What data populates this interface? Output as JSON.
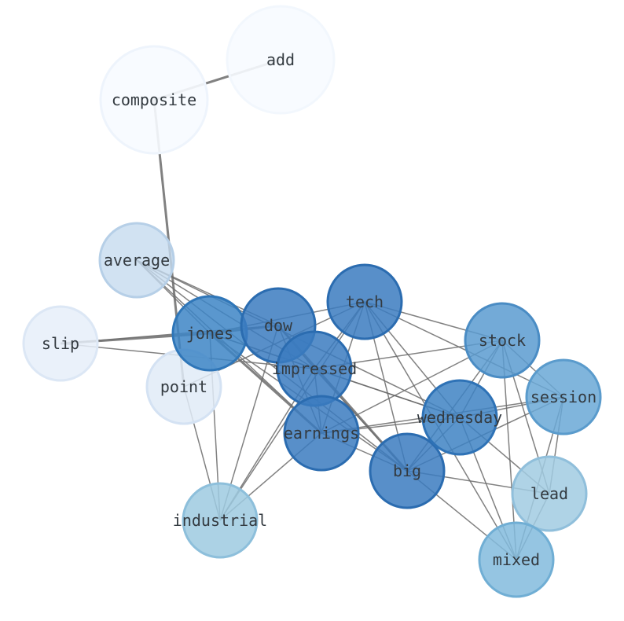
{
  "graph": {
    "nodes": [
      {
        "id": "add",
        "label": "add",
        "fill": "#f7fbff",
        "stroke": "#f2f7fd",
        "opacity": 0.9
      },
      {
        "id": "composite",
        "label": "composite",
        "fill": "#f7fbff",
        "stroke": "#eef4fc",
        "opacity": 0.9
      },
      {
        "id": "average",
        "label": "average",
        "fill": "#c6dbef",
        "stroke": "#b6cfe7",
        "opacity": 0.8
      },
      {
        "id": "slip",
        "label": "slip",
        "fill": "#e6eef9",
        "stroke": "#dce7f5",
        "opacity": 0.85
      },
      {
        "id": "point",
        "label": "point",
        "fill": "#e1ebf7",
        "stroke": "#d4e2f3",
        "opacity": 0.85
      },
      {
        "id": "jones",
        "label": "jones",
        "fill": "#3d85c6",
        "stroke": "#2f76b8",
        "opacity": 0.85
      },
      {
        "id": "dow",
        "label": "dow",
        "fill": "#3b7bbf",
        "stroke": "#2b6cb0",
        "opacity": 0.85
      },
      {
        "id": "tech",
        "label": "tech",
        "fill": "#3b7bbf",
        "stroke": "#2b6cb0",
        "opacity": 0.85
      },
      {
        "id": "impressed",
        "label": "impressed",
        "fill": "#3b7bbf",
        "stroke": "#2b6cb0",
        "opacity": 0.85
      },
      {
        "id": "earnings",
        "label": "earnings",
        "fill": "#3b7bbf",
        "stroke": "#2b6cb0",
        "opacity": 0.85
      },
      {
        "id": "big",
        "label": "big",
        "fill": "#3b7bbf",
        "stroke": "#2b6cb0",
        "opacity": 0.85
      },
      {
        "id": "wednesday",
        "label": "wednesday",
        "fill": "#3e83c3",
        "stroke": "#2e72b6",
        "opacity": 0.85
      },
      {
        "id": "stock",
        "label": "stock",
        "fill": "#5a9bd0",
        "stroke": "#4a8cc4",
        "opacity": 0.85
      },
      {
        "id": "session",
        "label": "session",
        "fill": "#6aa8d6",
        "stroke": "#5a9bcc",
        "opacity": 0.85
      },
      {
        "id": "lead",
        "label": "lead",
        "fill": "#a1cbe2",
        "stroke": "#90bfdb",
        "opacity": 0.85
      },
      {
        "id": "mixed",
        "label": "mixed",
        "fill": "#82bbdd",
        "stroke": "#70aed4",
        "opacity": 0.85
      },
      {
        "id": "industrial",
        "label": "industrial",
        "fill": "#9ecae1",
        "stroke": "#8dbfdb",
        "opacity": 0.85
      }
    ],
    "edges": [
      {
        "source": "add",
        "target": "composite",
        "weight": "heavy"
      },
      {
        "source": "composite",
        "target": "point",
        "weight": "heavy"
      },
      {
        "source": "slip",
        "target": "jones",
        "weight": "heavy"
      },
      {
        "source": "slip",
        "target": "dow",
        "weight": "light"
      },
      {
        "source": "slip",
        "target": "impressed",
        "weight": "light"
      },
      {
        "source": "average",
        "target": "jones",
        "weight": "light"
      },
      {
        "source": "average",
        "target": "dow",
        "weight": "light"
      },
      {
        "source": "average",
        "target": "impressed",
        "weight": "light"
      },
      {
        "source": "average",
        "target": "earnings",
        "weight": "light"
      },
      {
        "source": "average",
        "target": "wednesday",
        "weight": "light"
      },
      {
        "source": "average",
        "target": "big",
        "weight": "light"
      },
      {
        "source": "jones",
        "target": "dow",
        "weight": "heavy"
      },
      {
        "source": "jones",
        "target": "tech",
        "weight": "light"
      },
      {
        "source": "jones",
        "target": "impressed",
        "weight": "light"
      },
      {
        "source": "jones",
        "target": "earnings",
        "weight": "heavy"
      },
      {
        "source": "jones",
        "target": "big",
        "weight": "light"
      },
      {
        "source": "jones",
        "target": "wednesday",
        "weight": "light"
      },
      {
        "source": "jones",
        "target": "industrial",
        "weight": "light"
      },
      {
        "source": "dow",
        "target": "earnings",
        "weight": "light"
      },
      {
        "source": "dow",
        "target": "big",
        "weight": "heavy"
      },
      {
        "source": "dow",
        "target": "industrial",
        "weight": "light"
      },
      {
        "source": "dow",
        "target": "impressed",
        "weight": "light"
      },
      {
        "source": "tech",
        "target": "impressed",
        "weight": "light"
      },
      {
        "source": "tech",
        "target": "earnings",
        "weight": "light"
      },
      {
        "source": "tech",
        "target": "big",
        "weight": "light"
      },
      {
        "source": "tech",
        "target": "wednesday",
        "weight": "light"
      },
      {
        "source": "tech",
        "target": "stock",
        "weight": "light"
      },
      {
        "source": "tech",
        "target": "session",
        "weight": "light"
      },
      {
        "source": "tech",
        "target": "mixed",
        "weight": "light"
      },
      {
        "source": "tech",
        "target": "industrial",
        "weight": "light"
      },
      {
        "source": "tech",
        "target": "point",
        "weight": "light"
      },
      {
        "source": "impressed",
        "target": "earnings",
        "weight": "light"
      },
      {
        "source": "impressed",
        "target": "big",
        "weight": "light"
      },
      {
        "source": "impressed",
        "target": "wednesday",
        "weight": "light"
      },
      {
        "source": "impressed",
        "target": "stock",
        "weight": "light"
      },
      {
        "source": "impressed",
        "target": "industrial",
        "weight": "light"
      },
      {
        "source": "earnings",
        "target": "big",
        "weight": "light"
      },
      {
        "source": "earnings",
        "target": "wednesday",
        "weight": "light"
      },
      {
        "source": "earnings",
        "target": "stock",
        "weight": "light"
      },
      {
        "source": "earnings",
        "target": "session",
        "weight": "light"
      },
      {
        "source": "earnings",
        "target": "industrial",
        "weight": "light"
      },
      {
        "source": "big",
        "target": "wednesday",
        "weight": "light"
      },
      {
        "source": "big",
        "target": "stock",
        "weight": "light"
      },
      {
        "source": "big",
        "target": "session",
        "weight": "light"
      },
      {
        "source": "big",
        "target": "lead",
        "weight": "light"
      },
      {
        "source": "big",
        "target": "mixed",
        "weight": "light"
      },
      {
        "source": "wednesday",
        "target": "stock",
        "weight": "light"
      },
      {
        "source": "wednesday",
        "target": "session",
        "weight": "light"
      },
      {
        "source": "wednesday",
        "target": "lead",
        "weight": "light"
      },
      {
        "source": "wednesday",
        "target": "mixed",
        "weight": "light"
      },
      {
        "source": "stock",
        "target": "session",
        "weight": "light"
      },
      {
        "source": "stock",
        "target": "lead",
        "weight": "light"
      },
      {
        "source": "stock",
        "target": "mixed",
        "weight": "light"
      },
      {
        "source": "session",
        "target": "lead",
        "weight": "light"
      },
      {
        "source": "session",
        "target": "mixed",
        "weight": "light"
      },
      {
        "source": "lead",
        "target": "mixed",
        "weight": "light"
      },
      {
        "source": "point",
        "target": "industrial",
        "weight": "light"
      }
    ]
  }
}
